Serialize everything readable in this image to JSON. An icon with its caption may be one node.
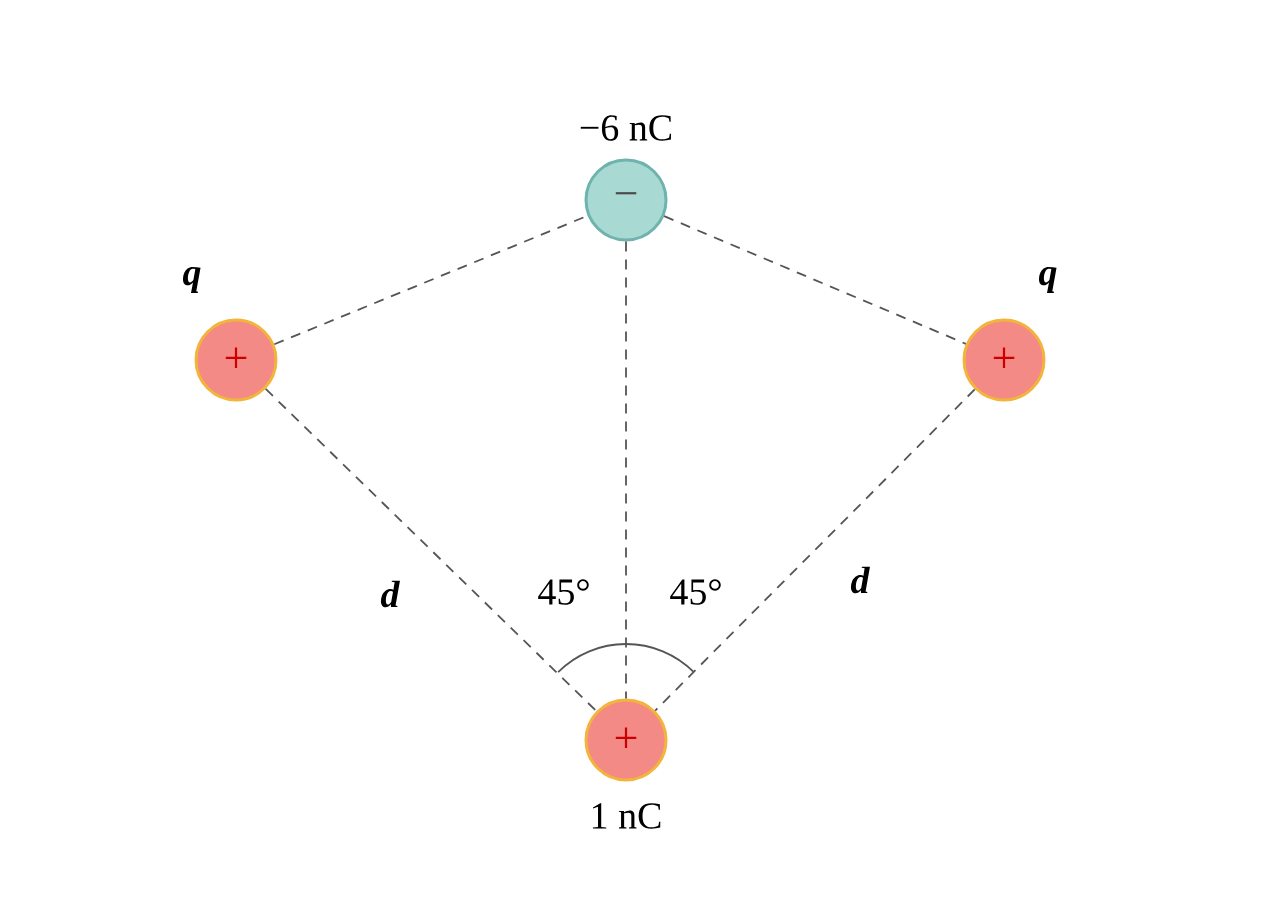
{
  "diagram": {
    "nodes": [
      {
        "text": [
          "−"
        ],
        "beside": [
          "−6 nC"
        ]
      },
      {
        "text": [
          "+"
        ],
        "beside": [
          "q"
        ]
      },
      {
        "text": [
          "+"
        ],
        "beside": [
          "q"
        ]
      },
      {
        "text": [
          "+"
        ],
        "beside": [
          "1 nC"
        ]
      }
    ],
    "edges": [
      {
        "from": 1,
        "to": 0,
        "arrow": "none",
        "style": "dashed"
      },
      {
        "from": 0,
        "to": 2,
        "arrow": "none",
        "style": "dashed"
      },
      {
        "from": 1,
        "to": 3,
        "arrow": "none",
        "style": "dashed"
      },
      {
        "from": 0,
        "to": 3,
        "arrow": "none",
        "style": "dashed"
      },
      {
        "from": 2,
        "to": 3,
        "arrow": "none",
        "style": "dashed"
      }
    ],
    "labels": [
      "d",
      "d",
      "45°",
      "45°"
    ]
  }
}
